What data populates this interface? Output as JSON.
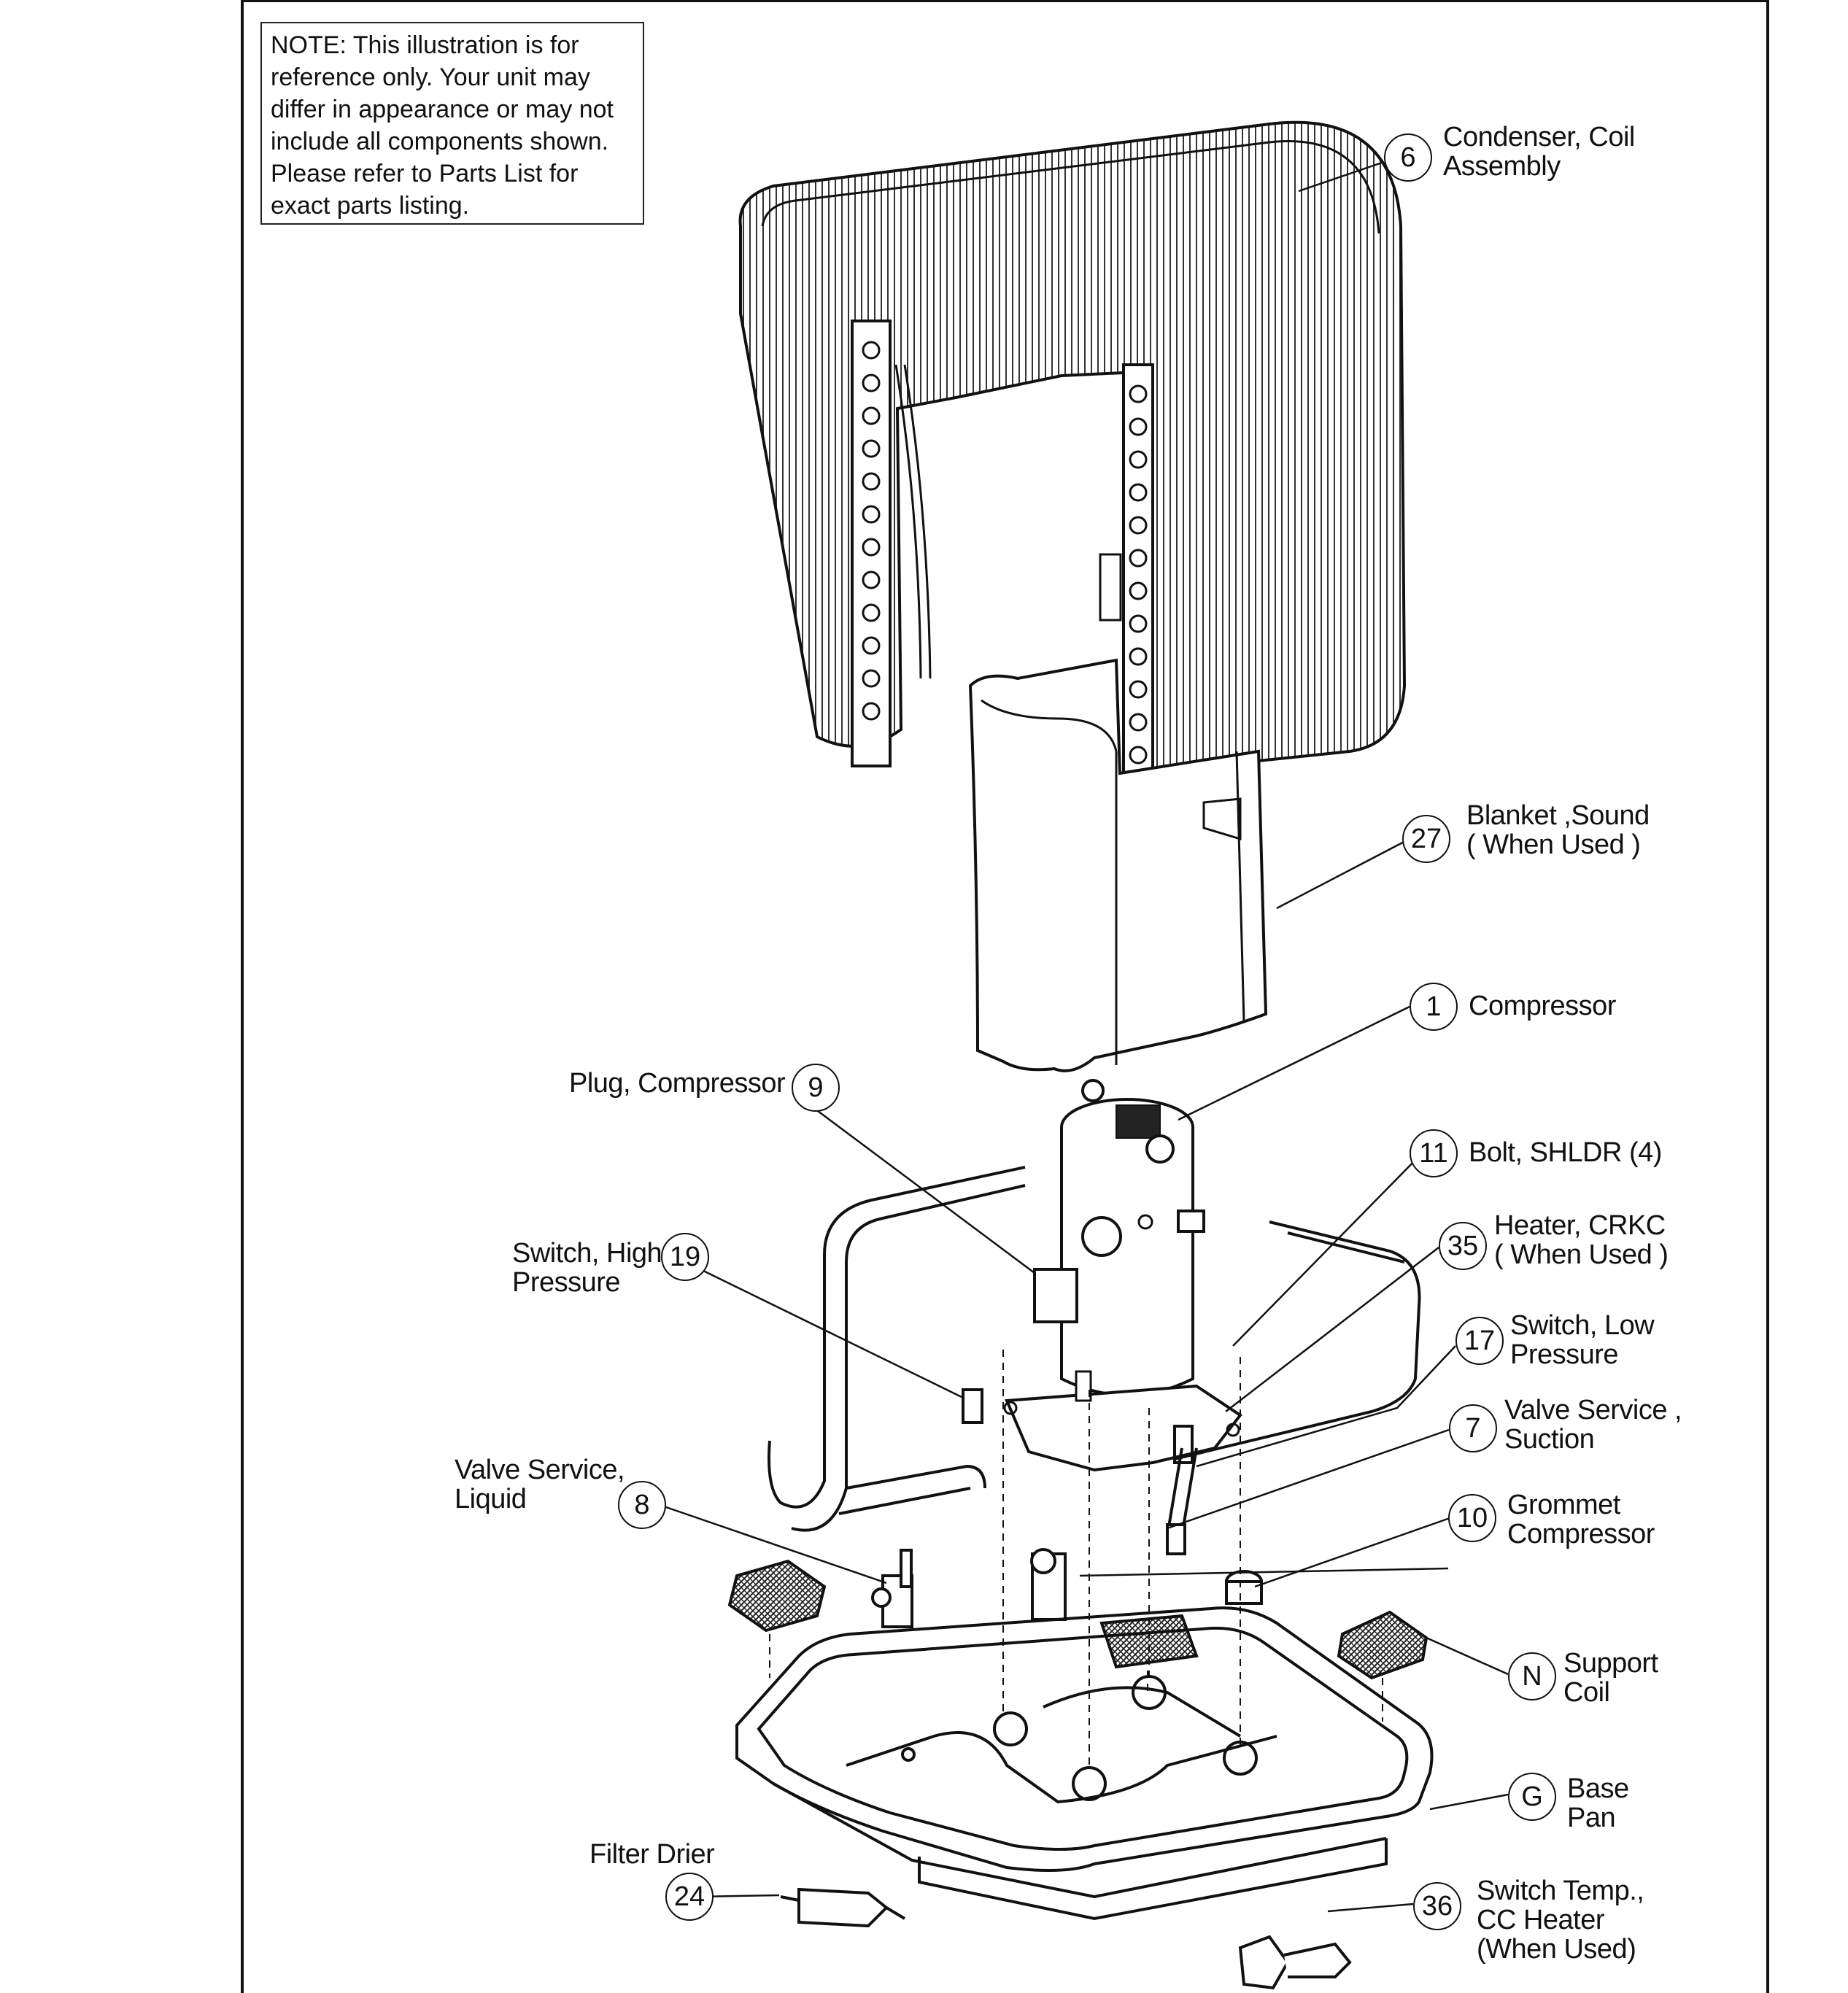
{
  "note": {
    "lines": [
      "NOTE: This illustration is for",
      " reference only.  Your unit may",
      "differ in appearance or may not",
      "include all components shown.",
      "Please refer to Parts List for",
      "exact parts listing."
    ]
  },
  "parts": [
    {
      "id": "6",
      "lines": [
        "Condenser, Coil",
        "Assembly"
      ]
    },
    {
      "id": "27",
      "lines": [
        "Blanket ,Sound",
        "( When Used )"
      ]
    },
    {
      "id": "1",
      "lines": [
        "Compressor"
      ]
    },
    {
      "id": "9",
      "lines": [
        "Plug, Compressor"
      ]
    },
    {
      "id": "11",
      "lines": [
        "Bolt, SHLDR (4)"
      ]
    },
    {
      "id": "35",
      "lines": [
        "Heater, CRKC",
        "( When Used )"
      ]
    },
    {
      "id": "19",
      "lines": [
        "Switch, High",
        "Pressure"
      ]
    },
    {
      "id": "17",
      "lines": [
        "Switch, Low",
        "Pressure"
      ]
    },
    {
      "id": "7",
      "lines": [
        "Valve Service ,",
        "Suction"
      ]
    },
    {
      "id": "8",
      "lines": [
        "Valve Service,",
        "Liquid"
      ]
    },
    {
      "id": "10",
      "lines": [
        "Grommet",
        "Compressor"
      ]
    },
    {
      "id": "N",
      "lines": [
        "Support",
        "Coil"
      ]
    },
    {
      "id": "G",
      "lines": [
        "Base",
        "Pan"
      ]
    },
    {
      "id": "24",
      "lines": [
        "Filter Drier"
      ]
    },
    {
      "id": "36",
      "lines": [
        "Switch Temp.,",
        "CC Heater",
        "(When Used)"
      ]
    }
  ]
}
